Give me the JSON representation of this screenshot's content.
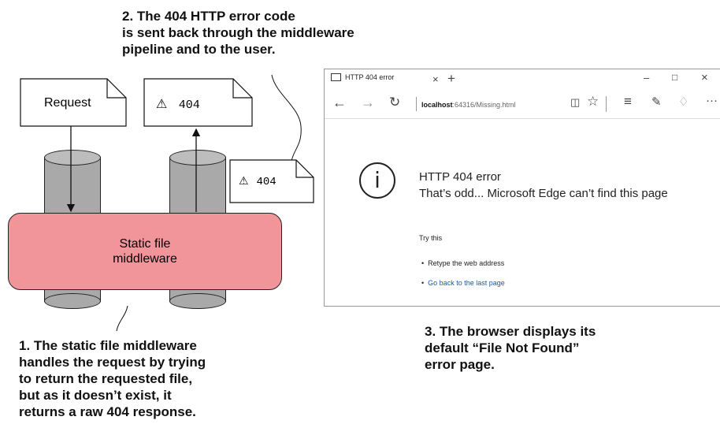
{
  "callouts": {
    "two": [
      "2. The 404 HTTP error code",
      "is sent back through the middleware",
      "pipeline and to the user."
    ],
    "one": [
      "1. The static file middleware",
      "handles the request by trying",
      "to return the requested file,",
      "but as it doesn’t exist, it",
      "returns a raw 404 response."
    ],
    "three": [
      "3. The browser displays its",
      "default “File Not Found”",
      "error page."
    ]
  },
  "docs": {
    "request": "Request",
    "warning_symbol": "⚠",
    "response_code": "404",
    "sent_code": "404"
  },
  "middleware": {
    "line1": "Static file",
    "line2": "middleware"
  },
  "browser": {
    "tab_title": "HTTP 404 error",
    "tab_close": "×",
    "new_tab": "+",
    "window_minimize": "–",
    "window_maximize": "□",
    "window_close": "×",
    "url_host": "localhost",
    "url_rest": ":64316/Missing.html",
    "error_title": "HTTP 404 error",
    "error_message": "That’s odd... Microsoft Edge can’t find this page",
    "try_this": "Try this",
    "suggestions": [
      "Retype the web address",
      "Go back to the last page"
    ],
    "more": "···"
  }
}
